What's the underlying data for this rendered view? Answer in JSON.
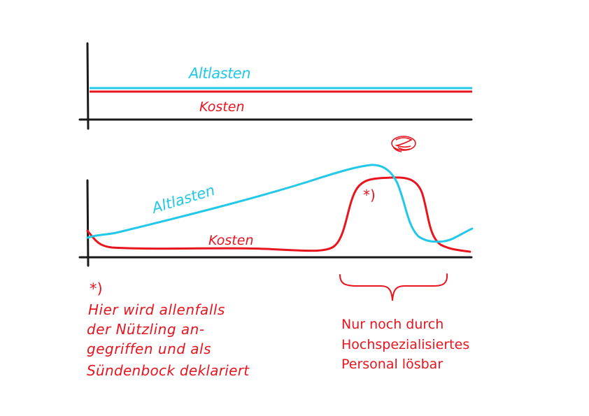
{
  "colors": {
    "cyan": "#22c8e8",
    "red": "#e8141e",
    "axis": "#1a1a1a",
    "background": "#ffffff"
  },
  "top_chart": {
    "series": [
      {
        "name": "Altlasten",
        "color_key": "cyan"
      },
      {
        "name": "Kosten",
        "color_key": "red"
      }
    ]
  },
  "bottom_chart": {
    "series": [
      {
        "name": "Altlasten",
        "color_key": "cyan"
      },
      {
        "name": "Kosten",
        "color_key": "red"
      }
    ],
    "marker": "*)"
  },
  "note": {
    "marker": "*)",
    "lines": [
      "Hier wird allenfalls",
      "der Nützling an-",
      "gegriffen und als",
      "Sündenbock deklariert"
    ]
  },
  "brace_note": {
    "lines": [
      "Nur noch durch",
      "Hochspezialisiertes",
      "Personal lösbar"
    ]
  }
}
